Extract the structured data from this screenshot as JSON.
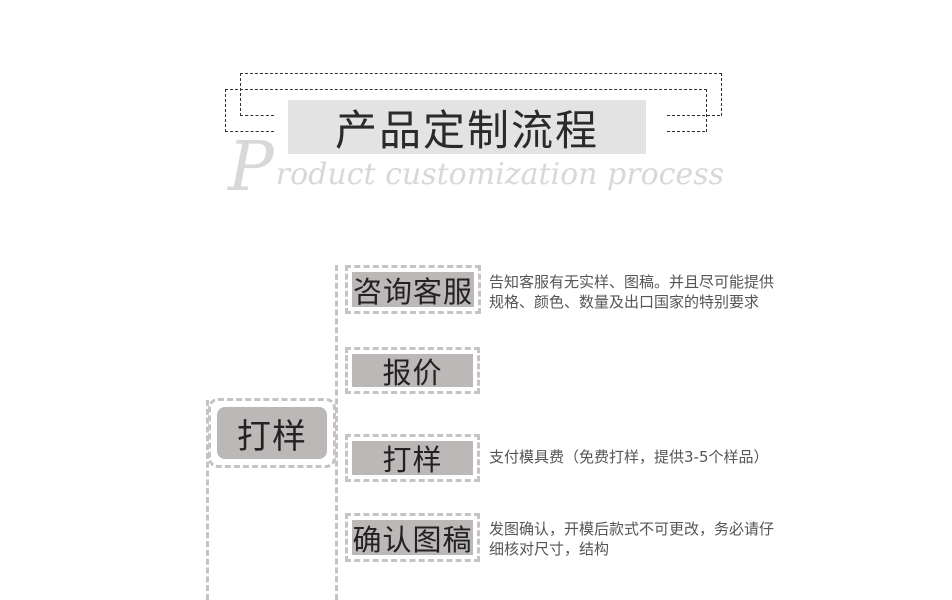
{
  "header": {
    "title": "产品定制流程",
    "subtitle_initial": "P",
    "subtitle_rest": "roduct customization process"
  },
  "main_step": {
    "label": "打样"
  },
  "steps": [
    {
      "label": "咨询客服",
      "description_lines": [
        "告知客服有无实样、图稿。并且尽可能提供",
        "规格、颜色、数量及出口国家的特别要求"
      ]
    },
    {
      "label": "报价",
      "description_lines": []
    },
    {
      "label": "打样",
      "description_lines": [
        "支付模具费（免费打样，提供3-5个样品）"
      ]
    },
    {
      "label": "确认图稿",
      "description_lines": [
        "发图确认，开模后款式不可更改，务必请仔",
        "细核对尺寸，结构"
      ]
    }
  ],
  "colors": {
    "box_fill": "#bcb8b7",
    "dash": "#c4c4c4",
    "title_bg": "#e3e3e3",
    "text": "#555555"
  }
}
